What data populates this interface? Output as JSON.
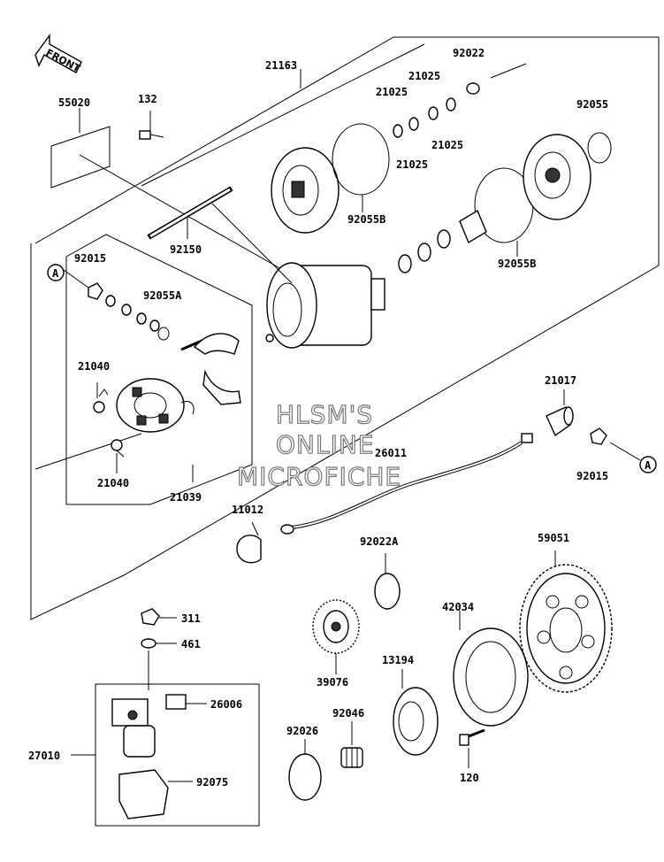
{
  "front_label": "FRONT",
  "watermark": [
    "HLSM'S",
    "ONLINE",
    "MICROFICHE"
  ],
  "callout_ref": "A",
  "parts": {
    "p21163": "21163",
    "p55020": "55020",
    "p132": "132",
    "p92022": "92022",
    "p21025a": "21025",
    "p21025b": "21025",
    "p21025c": "21025",
    "p21025d": "21025",
    "p92055": "92055",
    "p92055b_1": "92055B",
    "p92055b_2": "92055B",
    "p92150": "92150",
    "p92015_1": "92015",
    "p92055a": "92055A",
    "p21040_1": "21040",
    "p21040_2": "21040",
    "p21039": "21039",
    "p21017": "21017",
    "p92015_2": "92015",
    "p26011": "26011",
    "p11012": "11012",
    "p92022a": "92022A",
    "p59051": "59051",
    "p311": "311",
    "p461": "461",
    "p42034": "42034",
    "p39076": "39076",
    "p13194": "13194",
    "p26006": "26006",
    "p27010": "27010",
    "p92026": "92026",
    "p92046": "92046",
    "p120": "120",
    "p92075": "92075"
  }
}
